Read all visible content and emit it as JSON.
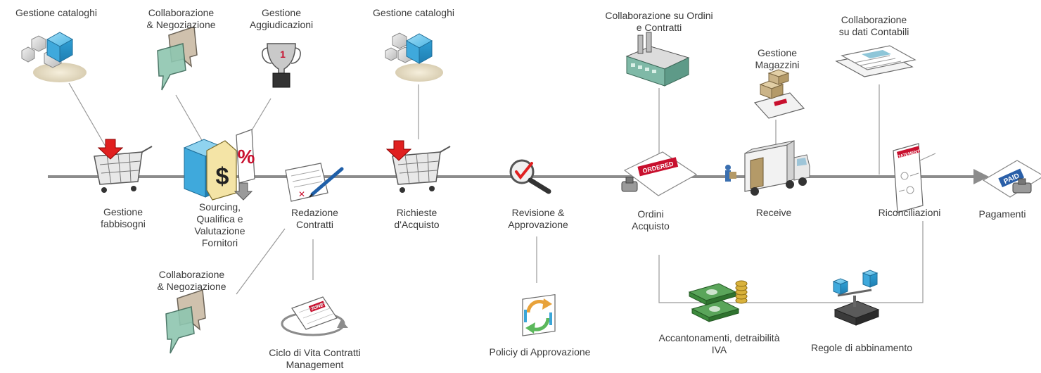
{
  "process": {
    "stages": [
      {
        "id": "fabbisogni",
        "label": "Gestione\nfabbisogni"
      },
      {
        "id": "sourcing",
        "label": "Sourcing,\nQualifica e\nValutazione\nFornitori"
      },
      {
        "id": "redazione",
        "label": "Redazione\nContratti"
      },
      {
        "id": "richieste",
        "label": "Richieste\nd'Acquisto"
      },
      {
        "id": "revisione",
        "label": "Revisione &\nApprovazione"
      },
      {
        "id": "ordini",
        "label": "Ordini\nAcquisto"
      },
      {
        "id": "receive",
        "label": "Receive"
      },
      {
        "id": "riconciliazioni",
        "label": "Riconciliazioni"
      },
      {
        "id": "pagamenti",
        "label": "Pagamenti"
      }
    ]
  },
  "supports": [
    {
      "id": "cataloghi1",
      "label": "Gestione cataloghi",
      "icon": "catalog-cubes-icon"
    },
    {
      "id": "collab1",
      "label": "Collaborazione\n& Negoziazione",
      "icon": "speech-bubbles-icon"
    },
    {
      "id": "aggiudicazioni",
      "label": "Gestione\nAggiudicazioni",
      "icon": "trophy-icon"
    },
    {
      "id": "cataloghi2",
      "label": "Gestione cataloghi",
      "icon": "catalog-cubes-icon"
    },
    {
      "id": "ordini_collab",
      "label": "Collaborazione su Ordini\ne Contratti",
      "icon": "factory-icon"
    },
    {
      "id": "magazzini",
      "label": "Gestione\nMagazzini",
      "icon": "warehouse-boxes-icon"
    },
    {
      "id": "contabili",
      "label": "Collaborazione\nsu dati Contabili",
      "icon": "accounting-document-icon"
    },
    {
      "id": "collab2",
      "label": "Collaborazione\n& Negoziazione",
      "icon": "speech-bubbles-icon"
    },
    {
      "id": "ciclo",
      "label": "Ciclo di Vita Contratti\nManagement",
      "icon": "calendar-cycle-icon"
    },
    {
      "id": "policy",
      "label": "Policiy di Approvazione",
      "icon": "approval-cycle-icon"
    },
    {
      "id": "accantonamenti",
      "label": "Accantonamenti, detraibilità\nIVA",
      "icon": "money-stacks-icon"
    },
    {
      "id": "regole",
      "label": "Regole di abbinamento",
      "icon": "matching-scale-icon"
    }
  ],
  "icon_text": {
    "ordered_stamp": "ORDERED",
    "paid_stamp": "PAID",
    "statement_doc": "STATEMENT",
    "calendar_month": "JUNE",
    "price_dollar": "$",
    "price_percent": "%",
    "trophy_rank": "1"
  },
  "colors": {
    "flow_line": "#8c8c8c",
    "connector": "#9a9a9a",
    "arrow_red": "#e02020",
    "cube_blue": "#3aa6d8",
    "stamp_red": "#c8102e",
    "paid_blue": "#2a5fa8",
    "money_green": "#3c8a3c",
    "bubble_green": "#8ec6b0",
    "bubble_tan": "#cfc1ad",
    "factory_green": "#7fb9a7"
  }
}
